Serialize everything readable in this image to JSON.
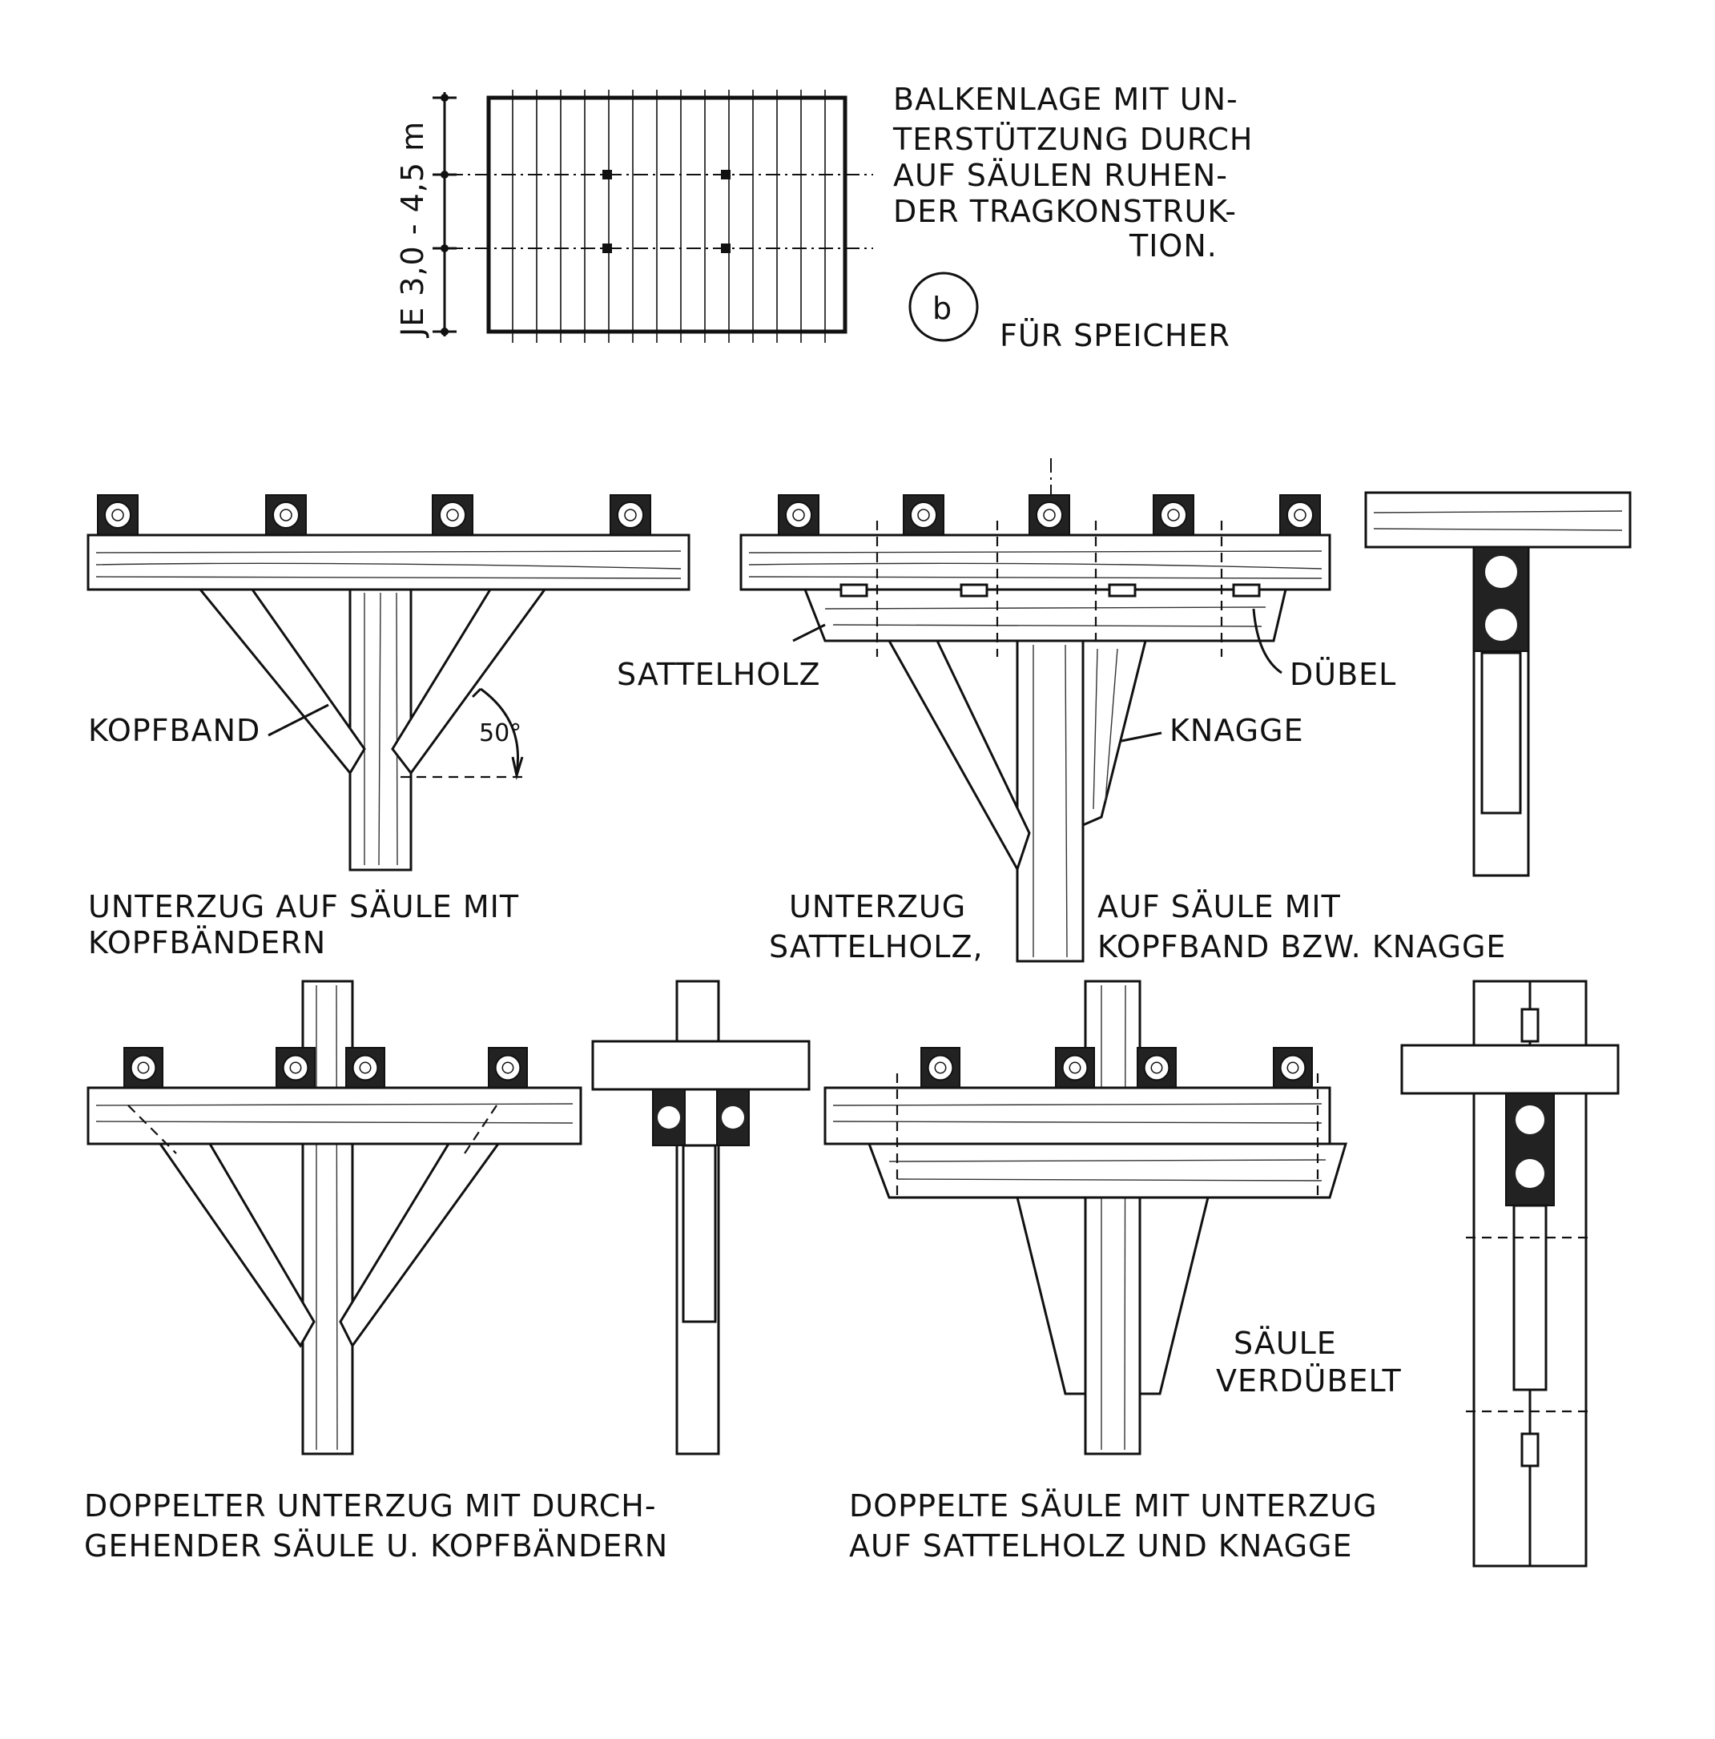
{
  "plan": {
    "title_lines": [
      "BALKENLAGE MIT UN-",
      "TERSTÜTZUNG DURCH",
      "AUF SÄULEN RUHEN-",
      "DER TRAGKONSTRUK-",
      "TION."
    ],
    "dimension_label": "JE 3,0 - 4,5 m",
    "badge": "b",
    "badge_caption": "FÜR SPEICHER"
  },
  "detail1": {
    "label_kopfband": "KOPFBAND",
    "label_angle": "50°",
    "caption_lines": [
      "UNTERZUG AUF SÄULE MIT",
      "KOPFBÄNDERN"
    ]
  },
  "detail2": {
    "label_sattelholz": "SATTELHOLZ",
    "label_duebel": "DÜBEL",
    "label_knagge": "KNAGGE",
    "caption_left_lines": [
      "UNTERZUG",
      "SATTELHOLZ,"
    ],
    "caption_right_lines": [
      "AUF SÄULE MIT",
      "KOPFBAND BZW. KNAGGE"
    ]
  },
  "detail3": {
    "caption_lines": [
      "DOPPELTER UNTERZUG MIT DURCH-",
      "GEHENDER SÄULE U. KOPFBÄNDERN"
    ]
  },
  "detail4": {
    "label_saeule": [
      "SÄULE",
      "VERDÜBELT"
    ],
    "caption_lines": [
      "DOPPELTE SÄULE MIT UNTERZUG",
      "AUF SATTELHOLZ UND KNAGGE"
    ]
  }
}
